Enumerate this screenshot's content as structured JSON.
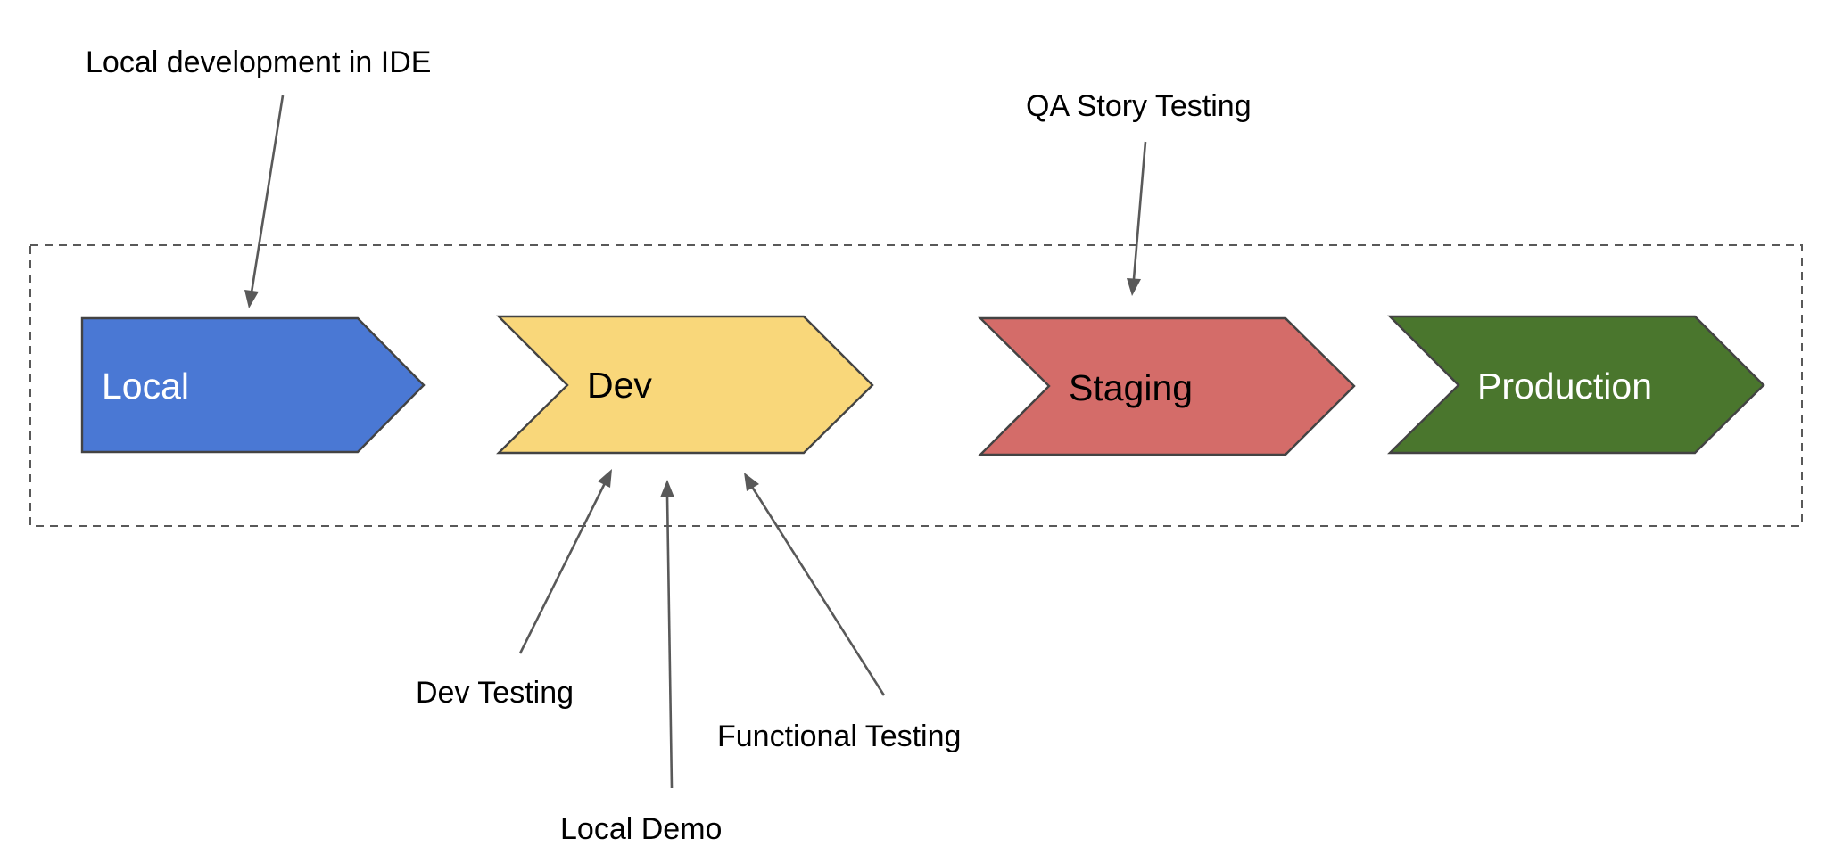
{
  "stages": [
    {
      "id": "local",
      "label": "Local",
      "color": "#4a78d4",
      "text_color": "#ffffff"
    },
    {
      "id": "dev",
      "label": "Dev",
      "color": "#f9d77a",
      "text_color": "#000000"
    },
    {
      "id": "staging",
      "label": "Staging",
      "color": "#d46c69",
      "text_color": "#000000"
    },
    {
      "id": "production",
      "label": "Production",
      "color": "#4a762d",
      "text_color": "#ffffff"
    }
  ],
  "annotations": {
    "local_development": "Local development in IDE",
    "qa_story_testing": "QA Story Testing",
    "dev_testing": "Dev Testing",
    "local_demo": "Local Demo",
    "functional_testing": "Functional Testing"
  },
  "colors": {
    "arrow": "#595959",
    "boundary": "#595959"
  }
}
